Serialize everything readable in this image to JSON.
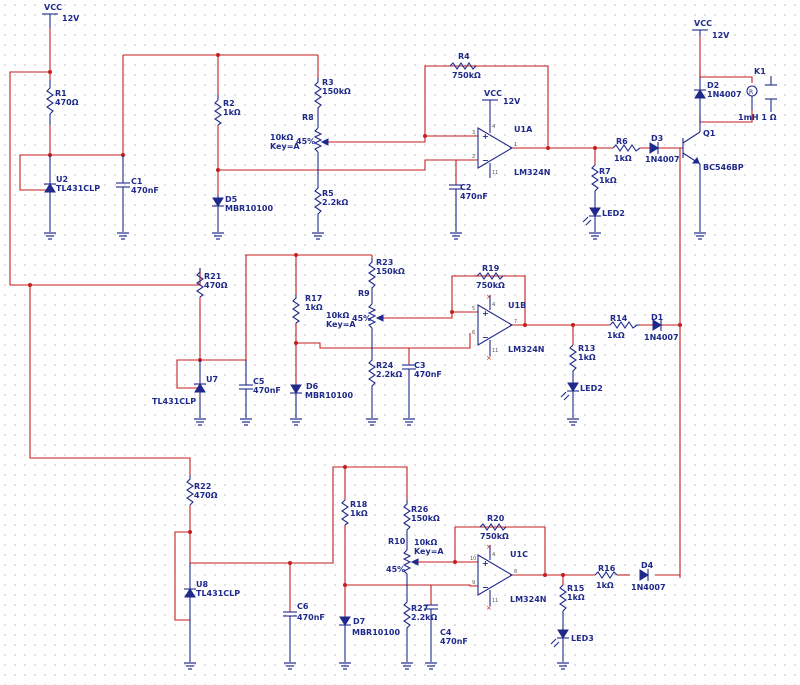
{
  "vcc": {
    "name": "VCC",
    "voltage": "12V"
  },
  "refs": {
    "r1": "R1",
    "r1v": "470Ω",
    "u2": "U2",
    "u2v": "TL431CLP",
    "r2": "R2",
    "r2v": "1kΩ",
    "d5": "D5",
    "d5v": "MBR10100",
    "c1": "C1",
    "c1v": "470nF",
    "r3": "R3",
    "r3v": "150kΩ",
    "r8": "R8",
    "r8pct": "45%",
    "r8v": "10kΩ",
    "r8k": "Key=A",
    "r5": "R5",
    "r5v": "2.2kΩ",
    "c2": "C2",
    "c2v": "470nF",
    "r4": "R4",
    "r4v": "750kΩ",
    "u1a": "U1A",
    "lm": "LM324N",
    "r6": "R6",
    "r6v": "1kΩ",
    "d3": "D3",
    "d3v": "1N4007",
    "r7": "R7",
    "r7v": "1kΩ",
    "led2": "LED2",
    "d2": "D2",
    "d2v": "1N4007",
    "k1": "K1",
    "k1v": "1mH 1 Ω",
    "q1": "Q1",
    "q1v": "BC546BP",
    "r21": "R21",
    "r21v": "470Ω",
    "u7": "U7",
    "u7v": "TL431CLP",
    "c5": "C5",
    "c5v": "470nF",
    "r17": "R17",
    "r17v": "1kΩ",
    "d6": "D6",
    "d6v": "MBR10100",
    "r23": "R23",
    "r23v": "150kΩ",
    "r9": "R9",
    "r9pct": "45%",
    "r9v": "10kΩ",
    "r9k": "Key=A",
    "r24": "R24",
    "r24v": "2.2kΩ",
    "c3": "C3",
    "c3v": "470nF",
    "r19": "R19",
    "r19v": "750kΩ",
    "u1b": "U1B",
    "r14": "R14",
    "r14v": "1kΩ",
    "d1": "D1",
    "d1v": "1N4007",
    "r13": "R13",
    "r13v": "1kΩ",
    "led2b": "LED2",
    "r22": "R22",
    "r22v": "470Ω",
    "u8": "U8",
    "u8v": "TL431CLP",
    "c6": "C6",
    "c6v": "470nF",
    "r18": "R18",
    "r18v": "1kΩ",
    "d7": "D7",
    "d7v": "MBR10100",
    "r26": "R26",
    "r26v": "150kΩ",
    "r10": "R10",
    "r10pct": "45%",
    "r10v": "10kΩ",
    "r10k": "Key=A",
    "r27": "R27",
    "r27v": "2.2kΩ",
    "c4": "C4",
    "c4v": "470nF",
    "r20": "R20",
    "r20v": "750kΩ",
    "u1c": "U1C",
    "r16": "R16",
    "r16v": "1kΩ",
    "d4": "D4",
    "d4v": "1N4007",
    "r15": "R15",
    "r15v": "1kΩ",
    "led3": "LED3"
  },
  "pins": {
    "p4": "4",
    "p11": "11",
    "p3": "3",
    "p2": "2",
    "p1": "1",
    "p5": "5",
    "p6": "6",
    "p7": "7",
    "p10": "10",
    "p9": "9",
    "p8": "8"
  },
  "colors": {
    "wire": "#c41e1e",
    "component": "#1f2a8a",
    "grid_dot": "#9a9a9a"
  }
}
